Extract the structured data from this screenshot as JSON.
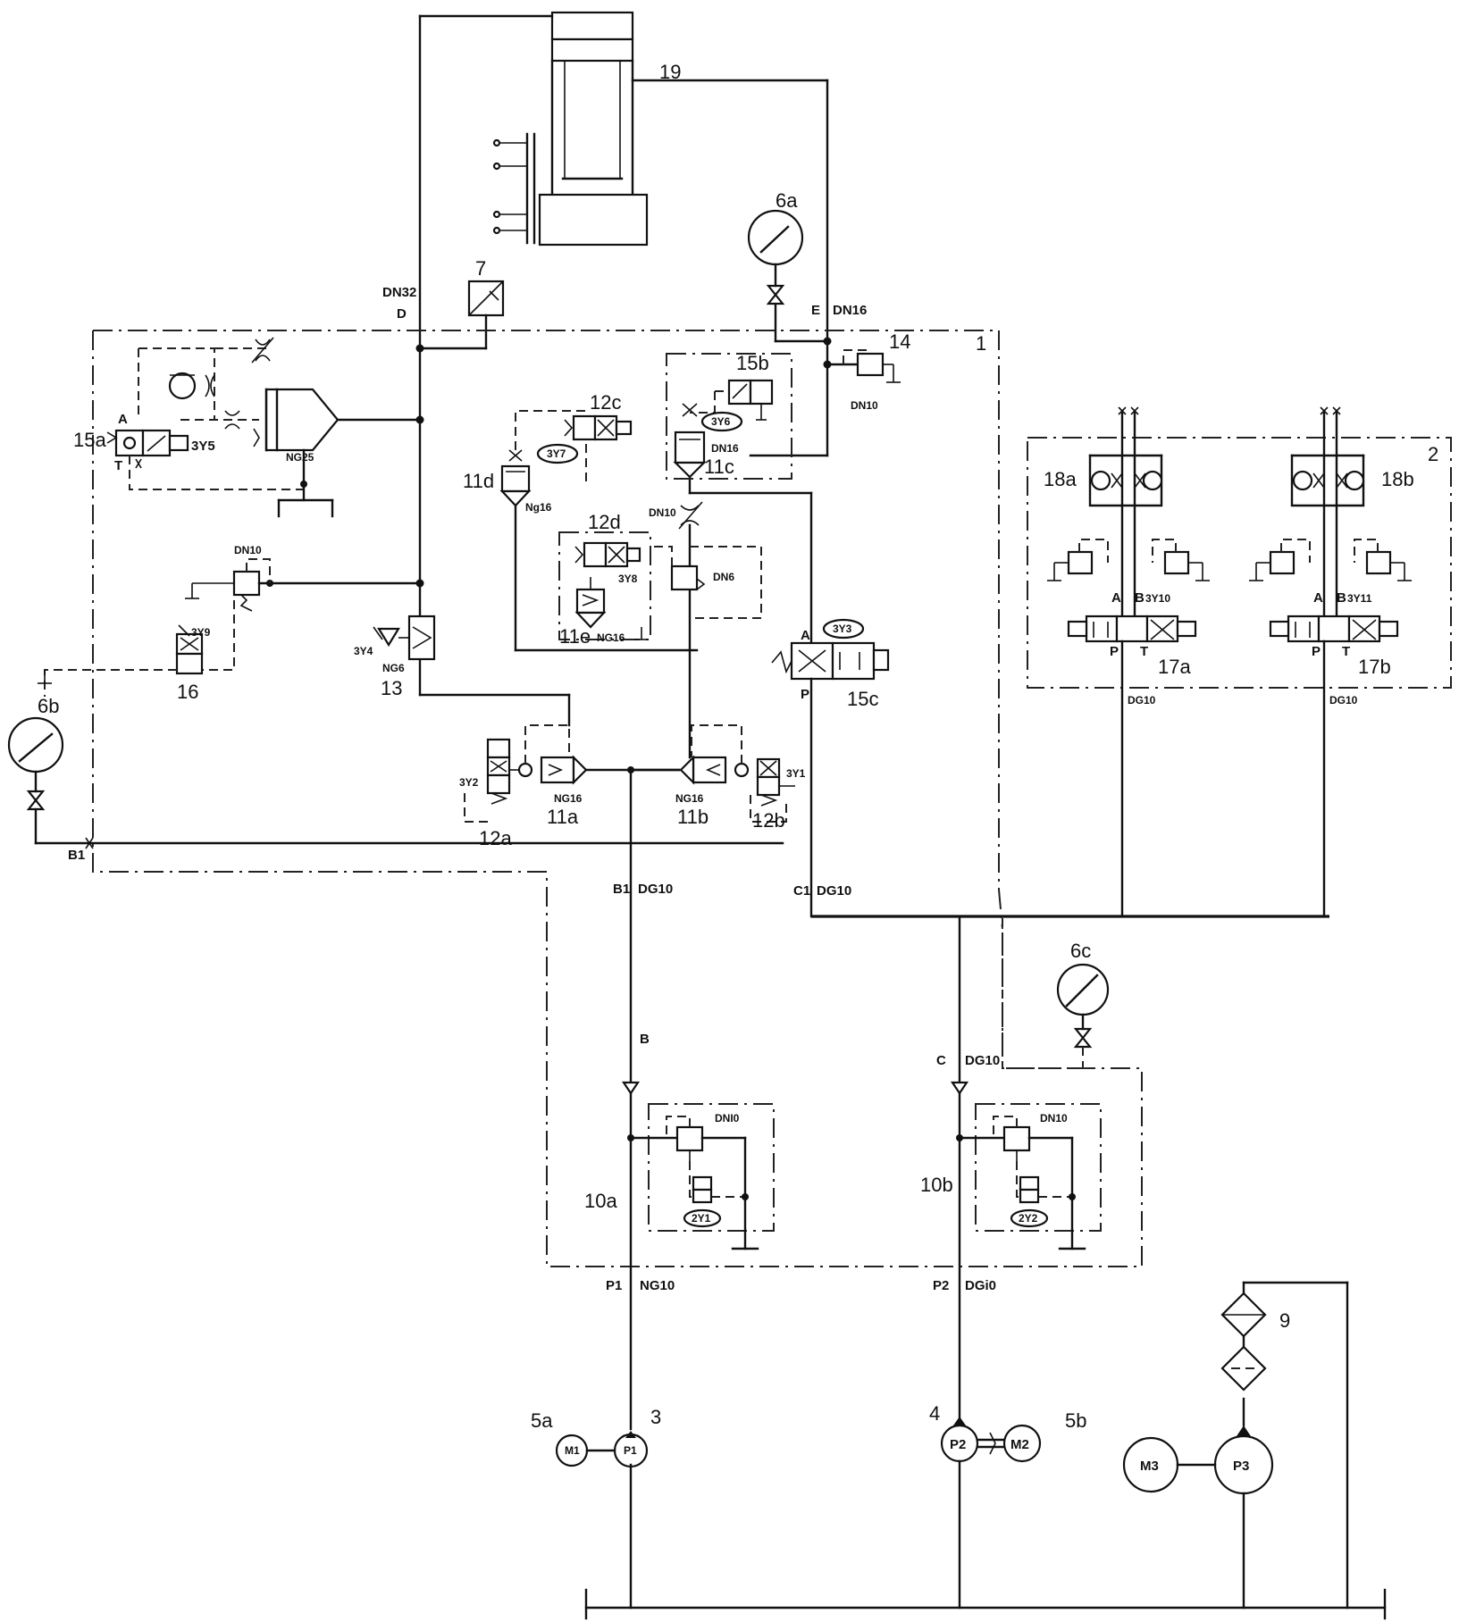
{
  "labels": {
    "c19": "19",
    "c7": "7",
    "c6a": "6a",
    "c6b": "6b",
    "c6c": "6c",
    "c14": "14",
    "c1": "1",
    "c2": "2",
    "c15a": "15a",
    "c15b": "15b",
    "c15c": "15c",
    "c12a": "12a",
    "c12b": "12b",
    "c12c": "12c",
    "c12d": "12d",
    "c11a": "11a",
    "c11b": "11b",
    "c11c": "11c",
    "c11d": "11d",
    "c11e": "11e",
    "c13": "13",
    "c16": "16",
    "c18a": "18a",
    "c18b": "18b",
    "c17a": "17a",
    "c17b": "17b",
    "c10a": "10a",
    "c10b": "10b",
    "c3": "3",
    "c4": "4",
    "c5a": "5a",
    "c5b": "5b",
    "c9": "9"
  },
  "ports": {
    "A": "A",
    "T": "T",
    "P": "P",
    "B": "B",
    "C": "C",
    "D": "D",
    "E": "E",
    "B1": "B1",
    "C1": "C1",
    "P1": "P1",
    "P2": "P2"
  },
  "sizes": {
    "dn32": "DN32",
    "dn16": "DN16",
    "dn10": "DN10",
    "dn6": "DN6",
    "ng25": "NG25",
    "ng16": "NG16",
    "ng6": "NG6",
    "ng10": "NG10",
    "dg10": "DG10",
    "dg10b": "DGi0",
    "ng16b": "Ng16",
    "dni0": "DNI0"
  },
  "solenoids": {
    "s1": "3Y1",
    "s2": "3Y2",
    "s3": "3Y3",
    "s4": "3Y4",
    "s5": "3Y5",
    "s6": "3Y6",
    "s7": "3Y7",
    "s8": "3Y8",
    "s9": "3Y9",
    "s10": "3Y10",
    "s11": "3Y11",
    "s21": "2Y1",
    "s22": "2Y2"
  },
  "motors": {
    "m1": "M1",
    "m2": "M2",
    "m3": "M3",
    "p1": "P1",
    "p2": "P2",
    "p3": "P3"
  },
  "colors": {
    "line": "#111111",
    "background": "#ffffff"
  }
}
